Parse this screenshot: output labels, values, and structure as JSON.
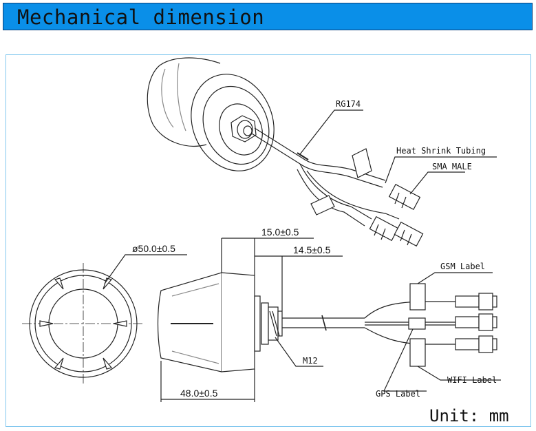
{
  "header": {
    "title": "Mechanical dimension",
    "accent_color": "#0a8fe8"
  },
  "labels": {
    "cable": "RG174",
    "heat_shrink": "Heat Shrink Tubing",
    "connector": "SMA MALE",
    "gsm_label": "GSM Label",
    "wifi_label": "WIFI Label",
    "gps_label": "GPS Label",
    "thread": "M12"
  },
  "dimensions": {
    "diameter": "ø50.0±0.5",
    "length_a": "15.0±0.5",
    "length_b": "14.5±0.5",
    "body_length": "48.0±0.5"
  },
  "unit": "Unit: mm"
}
